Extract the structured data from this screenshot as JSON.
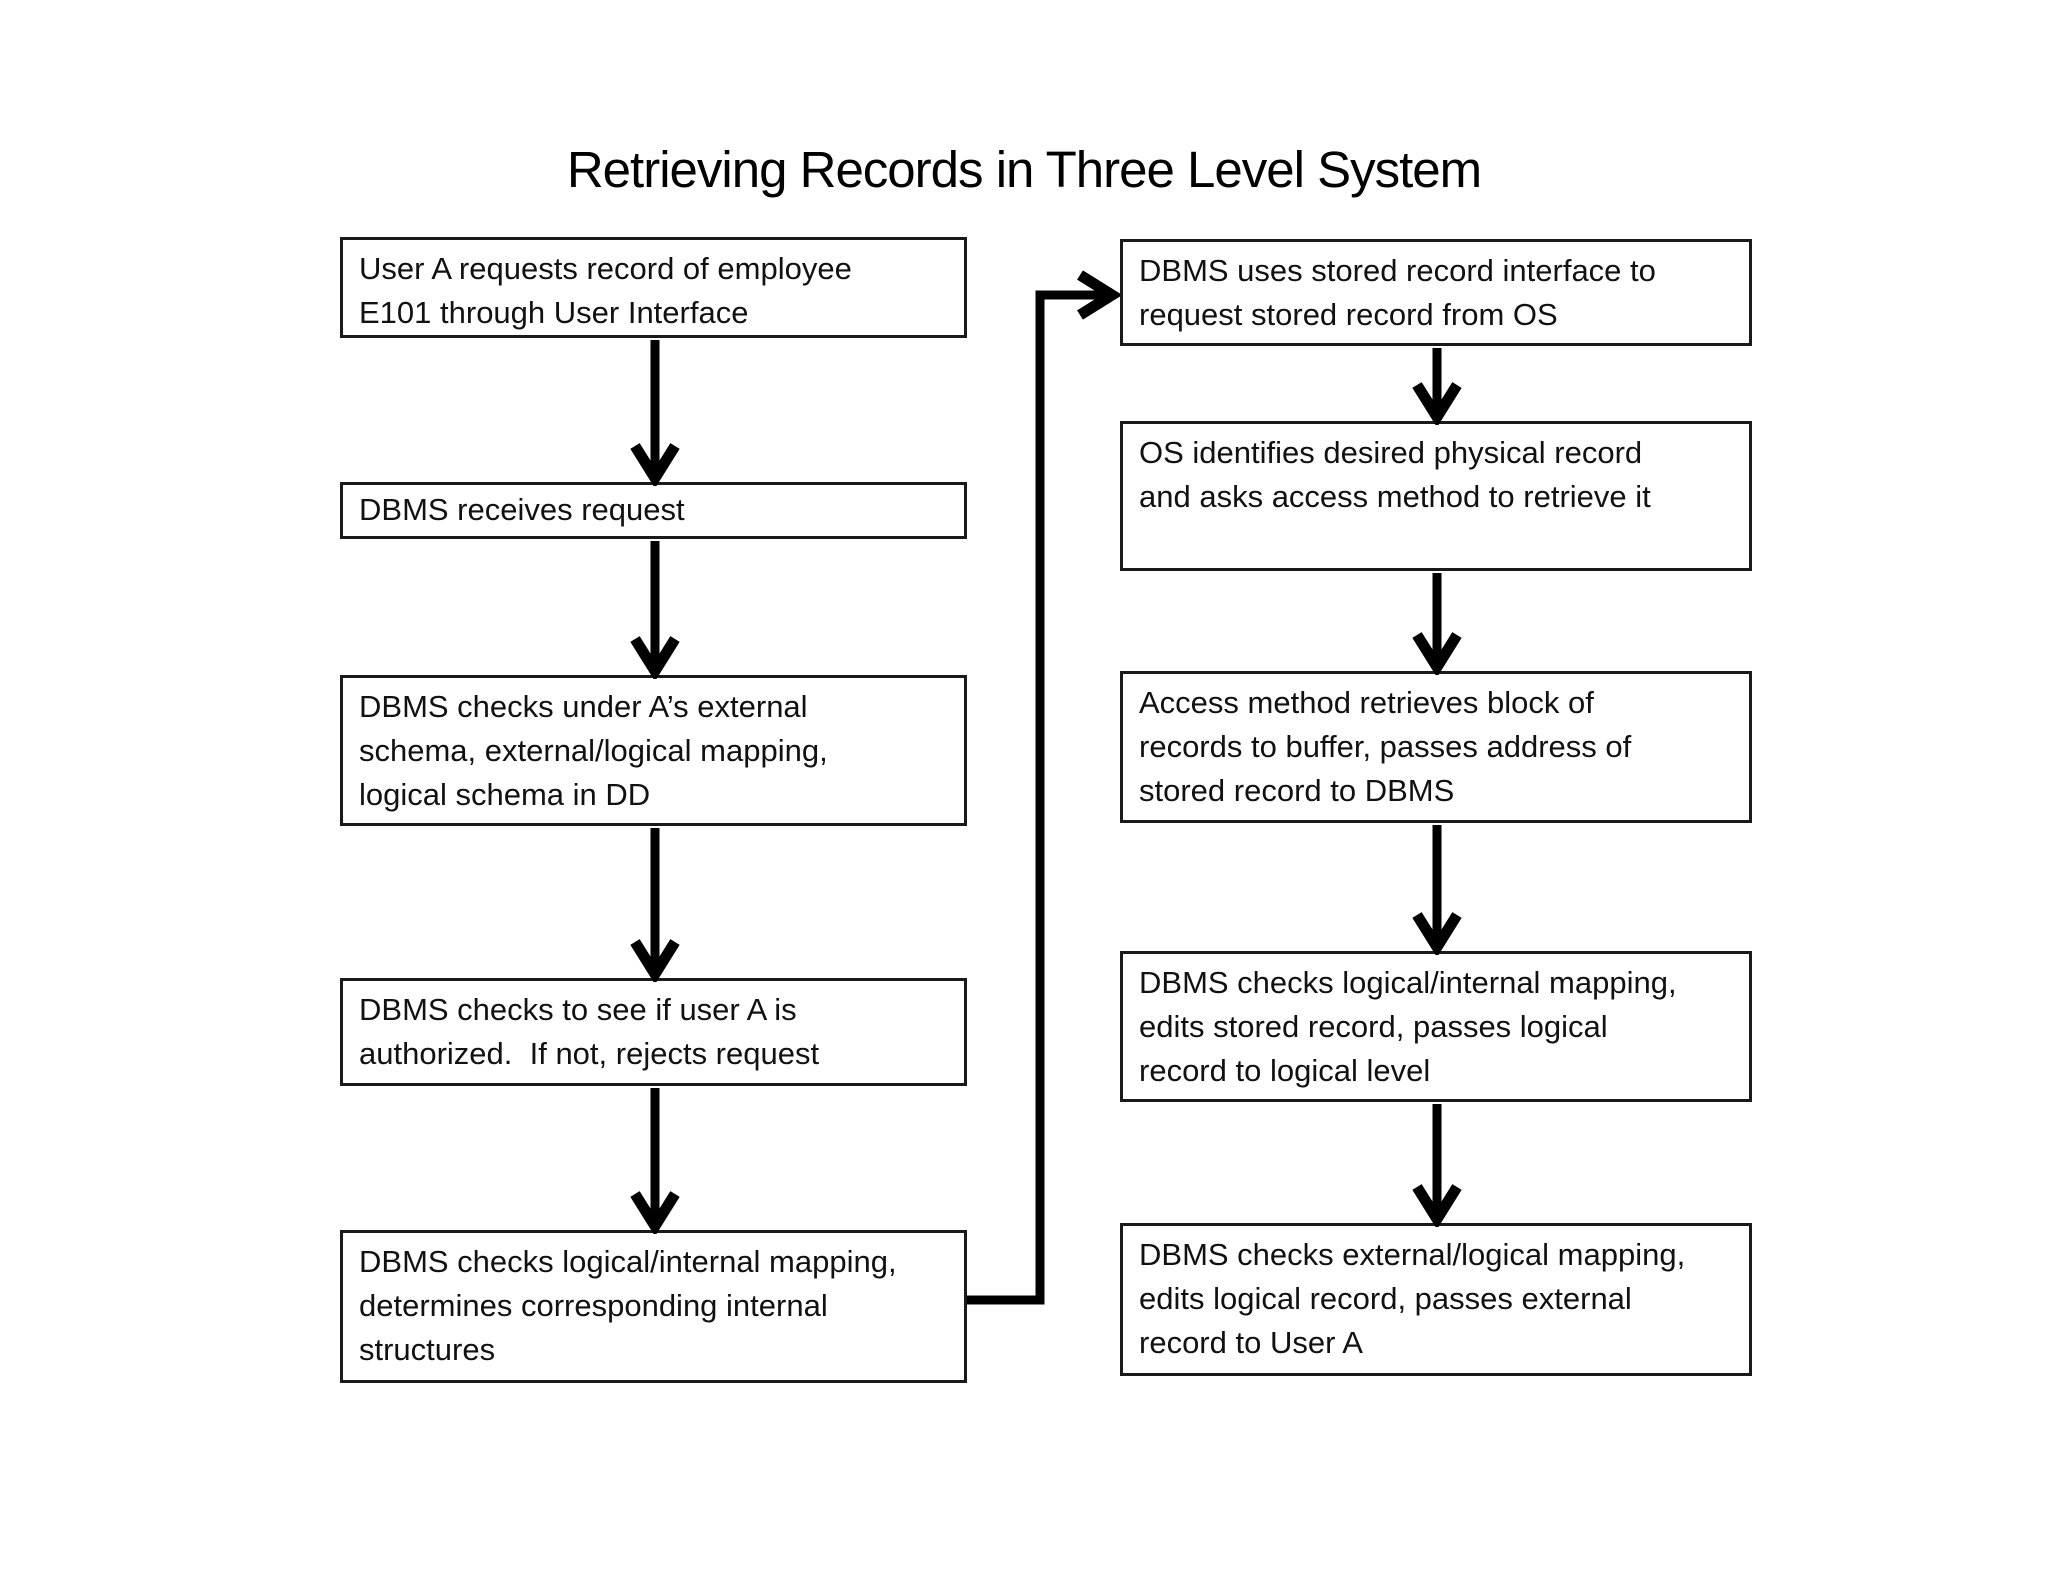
{
  "title": "Retrieving Records in Three Level System",
  "columns": {
    "left": [
      {
        "text": "User A requests record of employee\nE101 through User Interface"
      },
      {
        "text": "DBMS receives request"
      },
      {
        "text": "DBMS checks under A’s external\nschema, external/logical mapping,\nlogical schema in DD"
      },
      {
        "text": "DBMS checks to see if user A is\nauthorized.  If not, rejects request"
      },
      {
        "text": "DBMS checks logical/internal mapping,\ndetermines corresponding internal\nstructures"
      }
    ],
    "right": [
      {
        "text": "DBMS uses stored record interface to\nrequest stored record from OS"
      },
      {
        "text": "OS identifies desired physical record\nand asks access method to retrieve it"
      },
      {
        "text": "Access method retrieves block of\nrecords to buffer, passes address of\nstored record to DBMS"
      },
      {
        "text": "DBMS checks logical/internal mapping,\nedits stored record, passes logical\nrecord to logical level"
      },
      {
        "text": "DBMS checks external/logical mapping,\nedits logical record, passes external\nrecord to User A"
      }
    ]
  },
  "style": {
    "line_color": "#000000",
    "box_border_color": "#1a1a1a",
    "background_color": "#ffffff"
  }
}
